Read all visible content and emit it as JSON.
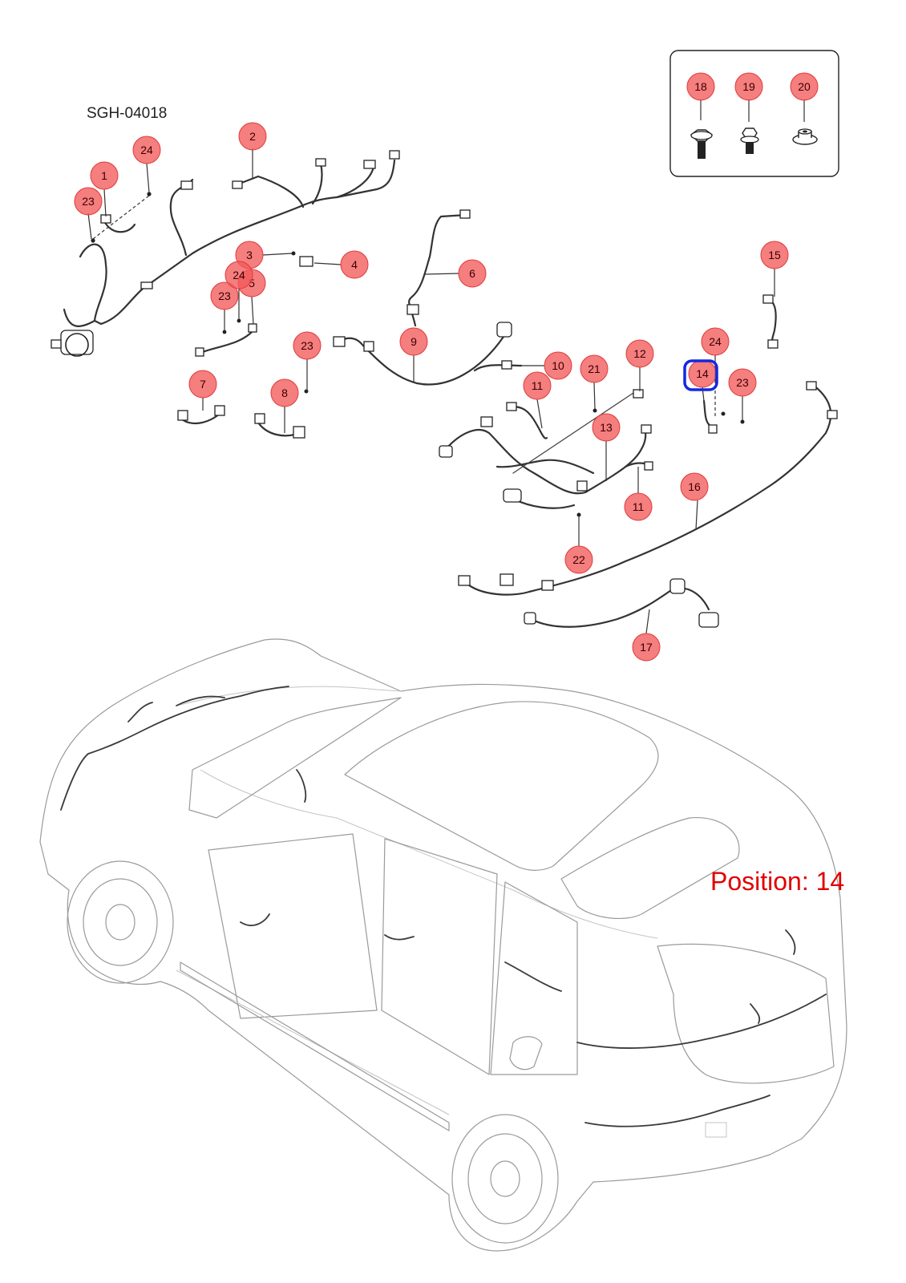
{
  "reference_code": "SGH-04018",
  "position_label": "Position: 14",
  "selected_position": "14",
  "colors": {
    "badge": "#f25a5a",
    "highlight": "#1428e0",
    "position_text": "#e00000"
  },
  "callouts": [
    {
      "id": "c1",
      "label": "1"
    },
    {
      "id": "c2",
      "label": "2"
    },
    {
      "id": "c3",
      "label": "3"
    },
    {
      "id": "c4",
      "label": "4"
    },
    {
      "id": "c5",
      "label": "5"
    },
    {
      "id": "c6",
      "label": "6"
    },
    {
      "id": "c7",
      "label": "7"
    },
    {
      "id": "c8",
      "label": "8"
    },
    {
      "id": "c9",
      "label": "9"
    },
    {
      "id": "c10",
      "label": "10"
    },
    {
      "id": "c11a",
      "label": "11"
    },
    {
      "id": "c11b",
      "label": "11"
    },
    {
      "id": "c12",
      "label": "12"
    },
    {
      "id": "c13",
      "label": "13"
    },
    {
      "id": "c14",
      "label": "14"
    },
    {
      "id": "c15",
      "label": "15"
    },
    {
      "id": "c16",
      "label": "16"
    },
    {
      "id": "c17",
      "label": "17"
    },
    {
      "id": "c18",
      "label": "18"
    },
    {
      "id": "c19",
      "label": "19"
    },
    {
      "id": "c20",
      "label": "20"
    },
    {
      "id": "c21",
      "label": "21"
    },
    {
      "id": "c22",
      "label": "22"
    },
    {
      "id": "c23a",
      "label": "23"
    },
    {
      "id": "c23b",
      "label": "23"
    },
    {
      "id": "c23c",
      "label": "23"
    },
    {
      "id": "c23d",
      "label": "23"
    },
    {
      "id": "c24a",
      "label": "24"
    },
    {
      "id": "c24b",
      "label": "24"
    },
    {
      "id": "c24c",
      "label": "24"
    }
  ]
}
